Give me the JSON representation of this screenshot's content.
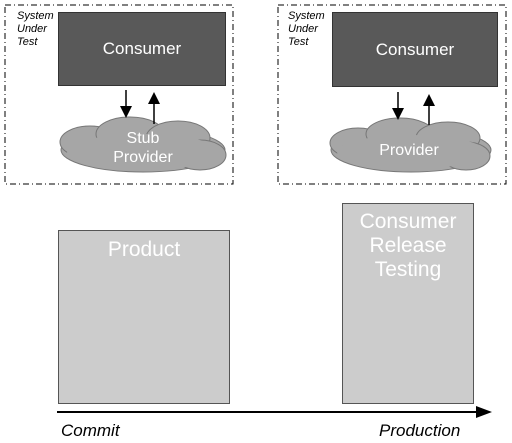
{
  "left_sut": {
    "label": "System\nUnder\nTest",
    "consumer": "Consumer",
    "cloud": "Stub\nProvider"
  },
  "right_sut": {
    "label": "System\nUnder\nTest",
    "consumer": "Consumer",
    "cloud": "Provider"
  },
  "product_panel": {
    "title": "Product",
    "faces": [
      "dark",
      "light",
      "dark",
      "light"
    ]
  },
  "release_panel": {
    "title": "Consumer\nRelease\nTesting",
    "faces": [
      "light",
      "light"
    ]
  },
  "timeline": {
    "start_label": "Commit",
    "end_label": "Production"
  },
  "colors": {
    "consumer_fill": "#595959",
    "cloud_fill": "#a6a6a6",
    "panel_fill": "#cccccc",
    "face_dark": "#595959",
    "face_light": "#c0c0c0"
  }
}
